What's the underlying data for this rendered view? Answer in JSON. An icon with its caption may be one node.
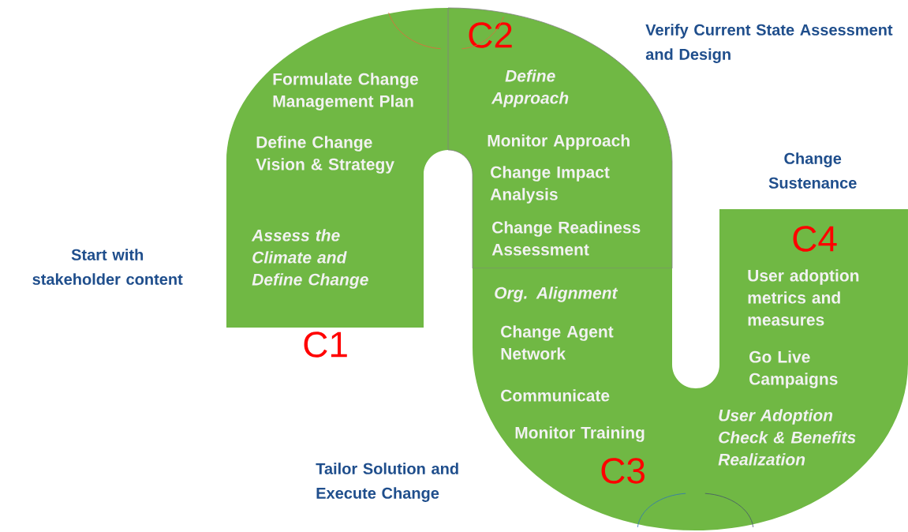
{
  "diagram": {
    "nodes": [
      {
        "text": [
          "Formulate Change Management Plan",
          "Define Change Vision & Strategy",
          "Assess the Climate and Define Change",
          "C1"
        ]
      },
      {
        "text": [
          "C2",
          "Define Approach",
          "Monitor Approach",
          "Change Impact Analysis",
          "Change Readiness Assessment"
        ]
      },
      {
        "text": [
          "Org. Alignment",
          "Change Agent Network",
          "Communicate",
          "Monitor Training",
          "C3"
        ]
      },
      {
        "text": [
          "C4",
          "User adoption metrics and measures",
          "Go Live Campaigns",
          "User Adoption Check & Benefits Realization"
        ]
      }
    ],
    "labels": [
      "Verify Current State Assessment and Design",
      "Change Sustenance",
      "Start with stakeholder content",
      "Tailor Solution and Execute Change"
    ]
  }
}
